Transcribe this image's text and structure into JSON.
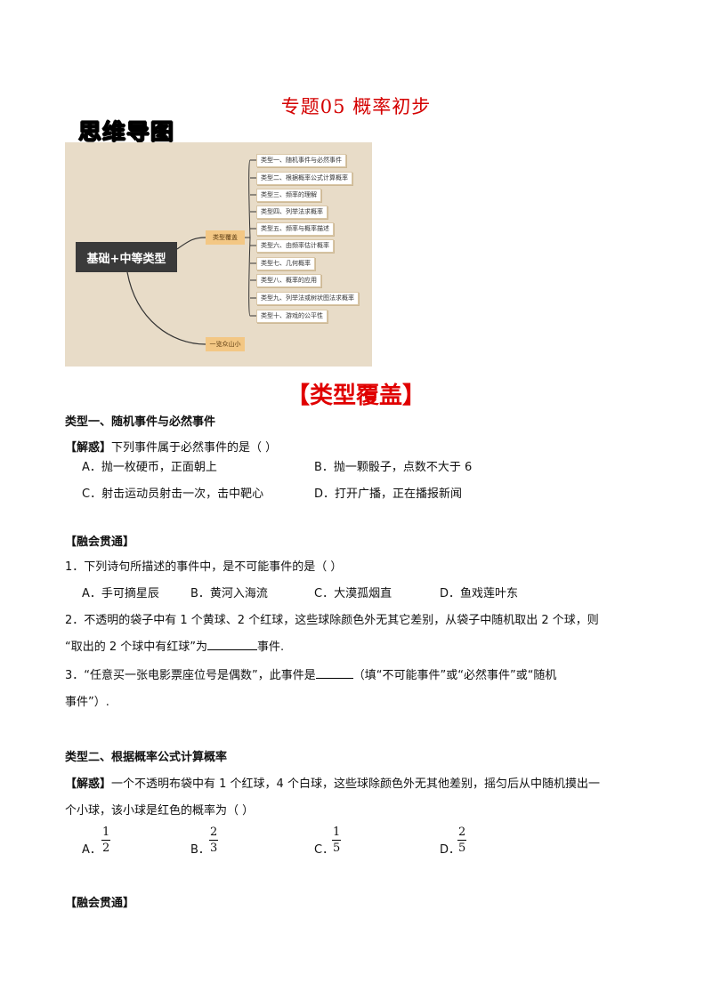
{
  "doc": {
    "title": "专题05  概率初步",
    "mindmap_label": "思维导图",
    "section_title": "【类型覆盖】"
  },
  "mindmap": {
    "root": "基础+中等类型",
    "mid": "类型覆盖",
    "bottom": "一览众山小",
    "leaves": [
      "类型一、随机事件与必然事件",
      "类型二、根据概率公式计算概率",
      "类型三、频率的理解",
      "类型四、列举法求概率",
      "类型五、频率与概率描述",
      "类型六、由频率估计概率",
      "类型七、几何概率",
      "类型八、概率的应用",
      "类型九、列举法或树状图法求概率",
      "类型十、游戏的公平性"
    ]
  },
  "type1": {
    "heading": "类型一、随机事件与必然事件",
    "jiehuo_tag": "【解惑】",
    "question": "下列事件属于必然事件的是（    ）",
    "options": {
      "A": "A．抛一枚硬币，正面朝上",
      "B": "B．抛一颗骰子，点数不大于 6",
      "C": "C．射击运动员射击一次，击中靶心",
      "D": "D．打开广播，正在播报新闻"
    },
    "ronghui_tag": "【融会贯通】",
    "q1": "1．下列诗句所描述的事件中，是不可能事件的是（    ）",
    "q1_options": {
      "A": "A．手可摘星辰",
      "B": "B．黄河入海流",
      "C": "C．大漠孤烟直",
      "D": "D．鱼戏莲叶东"
    },
    "q2_line1": "2．不透明的袋子中有 1 个黄球、2 个红球，这些球除颜色外无其它差别，从袋子中随机取出 2 个球，则",
    "q2_line2a": "“取出的 2 个球中有红球”为",
    "q2_line2b": "事件.",
    "q3_line1a": "3．“任意买一张电影票座位号是偶数”，此事件是",
    "q3_line1b": "（填“不可能事件”或“必然事件”或“随机",
    "q3_line2": "事件”）."
  },
  "type2": {
    "heading": "类型二、根据概率公式计算概率",
    "jiehuo_tag": "【解惑】",
    "question_line1": "一个不透明布袋中有 1 个红球，4 个白球，这些球除颜色外无其他差别，摇匀后从中随机摸出一",
    "question_line2": "个小球，该小球是红色的概率为（    ）",
    "option_labels": {
      "A": "A．",
      "B": "B．",
      "C": "C．",
      "D": "D．"
    },
    "fractions": {
      "A": {
        "num": "1",
        "den": "2"
      },
      "B": {
        "num": "2",
        "den": "3"
      },
      "C": {
        "num": "1",
        "den": "5"
      },
      "D": {
        "num": "2",
        "den": "5"
      }
    },
    "ronghui_tag": "【融会贯通】"
  }
}
